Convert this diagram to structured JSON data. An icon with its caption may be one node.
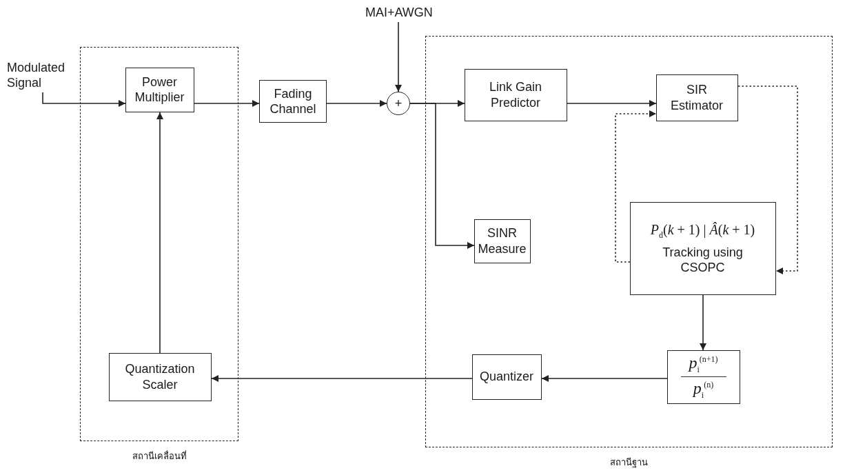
{
  "diagram": {
    "nodes": [
      {
        "text": [
          "สถานีเคลื่อนที่"
        ]
      },
      {
        "text": [
          "Power Multiplier"
        ],
        "in": 0
      },
      {
        "text": [
          "Quantization Scaler"
        ],
        "in": 0
      },
      {
        "text": [
          "Fading Channel"
        ]
      },
      {
        "text": [
          "MAI+AWGN"
        ]
      },
      {
        "text": [
          "+"
        ]
      },
      {
        "text": [
          "สถานีฐาน"
        ]
      },
      {
        "text": [
          "Link Gain Predictor"
        ],
        "in": 6
      },
      {
        "text": [
          "SIR Estimator"
        ],
        "in": 6
      },
      {
        "text": [
          "SINR Measure"
        ],
        "in": 6
      },
      {
        "text": [
          "*P*$_{d}$(*k* + 1) | *Â*(*k* + 1)",
          "Tracking using CSOPC"
        ],
        "in": 6
      },
      {
        "text": [
          "*p*$_{i}$$^{(n+1)}$",
          "*p*$_{i}$$^{(n)}$"
        ],
        "in": 6
      },
      {
        "text": [
          "Quantizer"
        ],
        "in": 6
      },
      {
        "text": [
          "Modulated Signal"
        ]
      }
    ],
    "edges": [
      {
        "from": 13,
        "to": 1,
        "arrow": "to"
      },
      {
        "from": 1,
        "to": 3,
        "arrow": "to"
      },
      {
        "from": 3,
        "to": 5,
        "arrow": "to"
      },
      {
        "from": 4,
        "to": 5,
        "arrow": "to"
      },
      {
        "from": 5,
        "to": 7,
        "arrow": "to"
      },
      {
        "from": 5,
        "to": 9,
        "arrow": "to"
      },
      {
        "from": 7,
        "to": 8,
        "arrow": "to"
      },
      {
        "from": 8,
        "to": 10,
        "arrow": "to",
        "style": "dashed"
      },
      {
        "from": 10,
        "to": 8,
        "arrow": "to",
        "style": "dashed"
      },
      {
        "from": 10,
        "to": 11,
        "arrow": "to"
      },
      {
        "from": 11,
        "to": 12,
        "arrow": "to"
      },
      {
        "from": 12,
        "to": 2,
        "arrow": "to"
      },
      {
        "from": 2,
        "to": 1,
        "arrow": "to"
      }
    ]
  }
}
